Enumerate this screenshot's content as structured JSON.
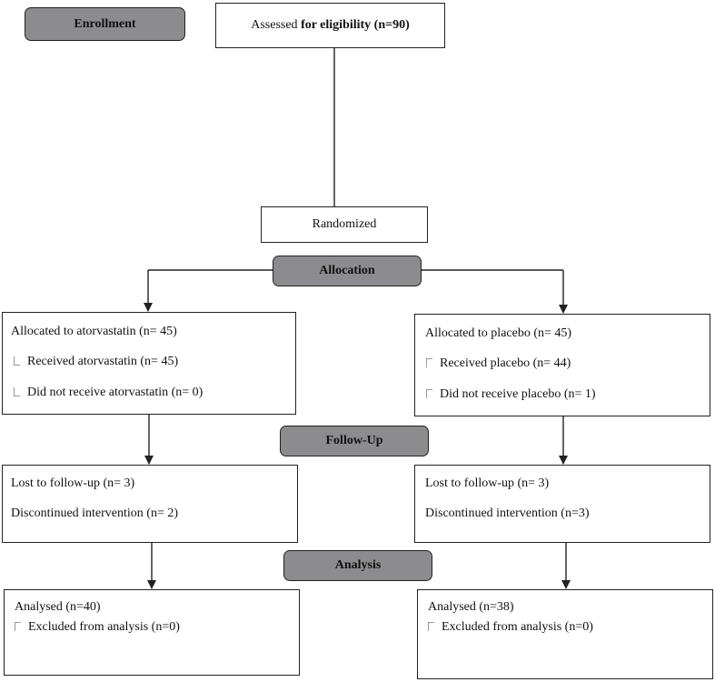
{
  "stages": {
    "enrollment": "Enrollment",
    "allocation": "Allocation",
    "follow_up": "Follow-Up",
    "analysis": "Analysis"
  },
  "assessed": {
    "prefix": "Assessed ",
    "bold": "for eligibility (n=90)"
  },
  "randomized": "Randomized",
  "arms": {
    "left": {
      "allocated": "Allocated to atorvastatin (n= 45)",
      "received": "Received atorvastatin (n= 45)",
      "not_received": "Did not receive atorvastatin (n= 0)",
      "lost": "Lost to follow-up (n= 3)",
      "discontinued": "Discontinued intervention (n= 2)",
      "analysed": "Analysed (n=40)",
      "excluded": "Excluded from analysis (n=0)"
    },
    "right": {
      "allocated": "Allocated to placebo (n= 45)",
      "received": "Received placebo (n= 44)",
      "not_received": "Did not receive placebo (n= 1)",
      "lost": "Lost to follow-up (n= 3)",
      "discontinued": "Discontinued intervention (n=3)",
      "analysed": "Analysed (n=38)",
      "excluded": "Excluded from analysis (n=0)"
    }
  }
}
